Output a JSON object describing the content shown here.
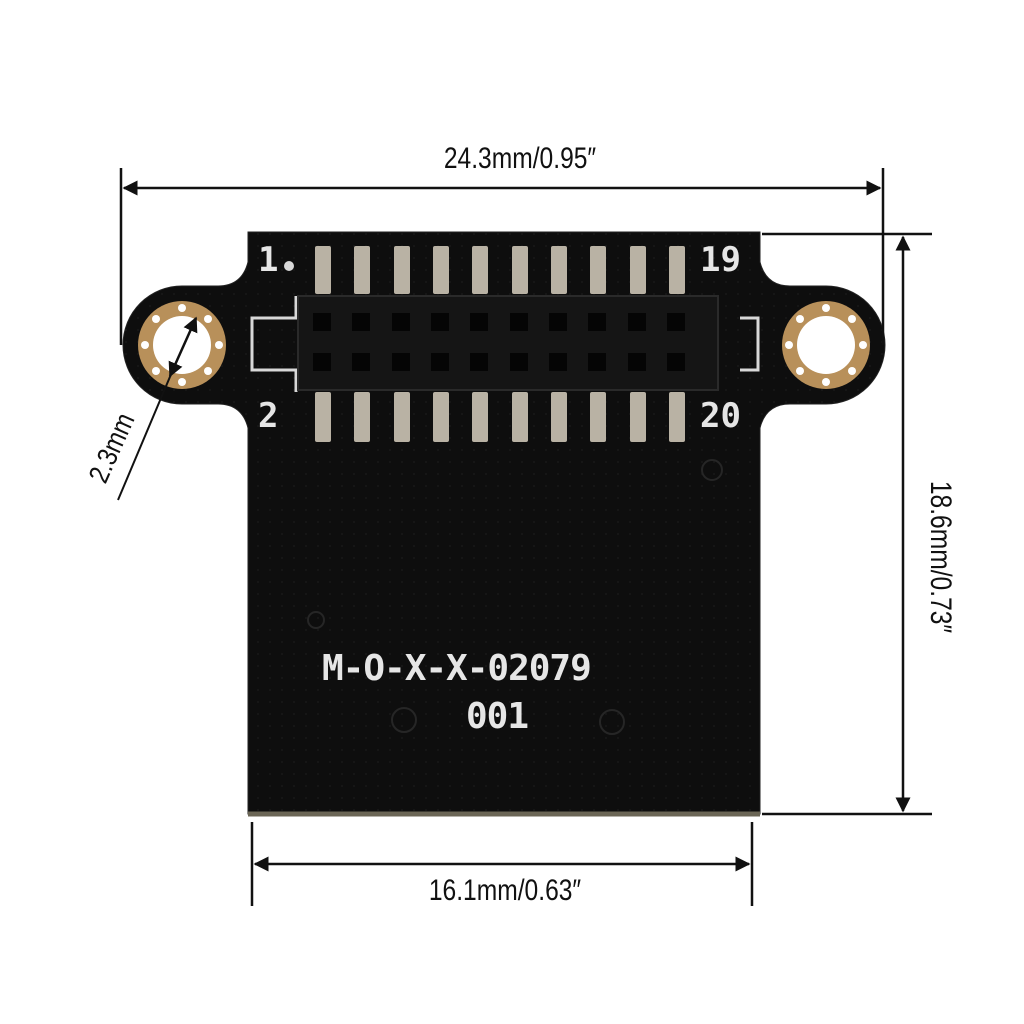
{
  "diagram": {
    "type": "product-dimension-drawing",
    "subject": "20-pin PCB adapter board with 2x10 female header",
    "dimensions": {
      "overall_width": "24.3mm/0.95″",
      "body_width": "16.1mm/0.63″",
      "height": "18.6mm/0.73″",
      "hole_diameter": "2.3mm"
    },
    "pcb": {
      "pin_labels": {
        "top_left": "1",
        "top_right": "19",
        "bottom_left": "2",
        "bottom_right": "20"
      },
      "marking_line1": "M-O-X-X-02079",
      "marking_line2": "001",
      "pin_count": 20,
      "rows": 2,
      "columns": 10
    },
    "colors": {
      "pcb": "#0d0d0d",
      "silkscreen": "#e6e6e6",
      "copper_ring": "#b8905a",
      "pads": "#b9b2a4",
      "dimension_lines": "#111111"
    }
  }
}
